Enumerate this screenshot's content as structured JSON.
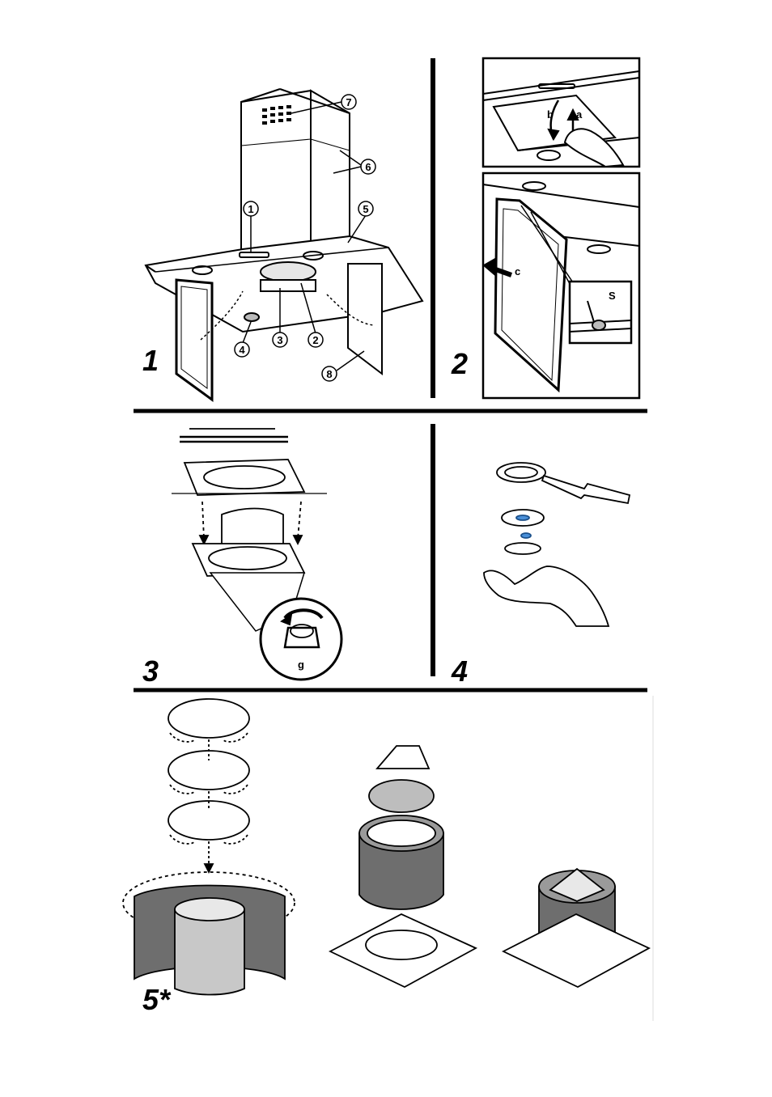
{
  "steps": [
    {
      "number": "1"
    },
    {
      "number": "2"
    },
    {
      "number": "3"
    },
    {
      "number": "4"
    },
    {
      "number": "5*"
    }
  ],
  "callouts": [
    "1",
    "2",
    "3",
    "4",
    "5",
    "6",
    "7",
    "8"
  ],
  "step2": {
    "label_a": "a",
    "label_b": "b",
    "label_c": "c",
    "label_s": "S"
  },
  "step3": {
    "label_g": "g"
  },
  "colors": {
    "line": "#000000",
    "fill_dark": "#6e6e6e",
    "fill_mid": "#9a9a9a",
    "fill_light": "#c8c8c8",
    "bulb_blue": "#4a90d9"
  }
}
